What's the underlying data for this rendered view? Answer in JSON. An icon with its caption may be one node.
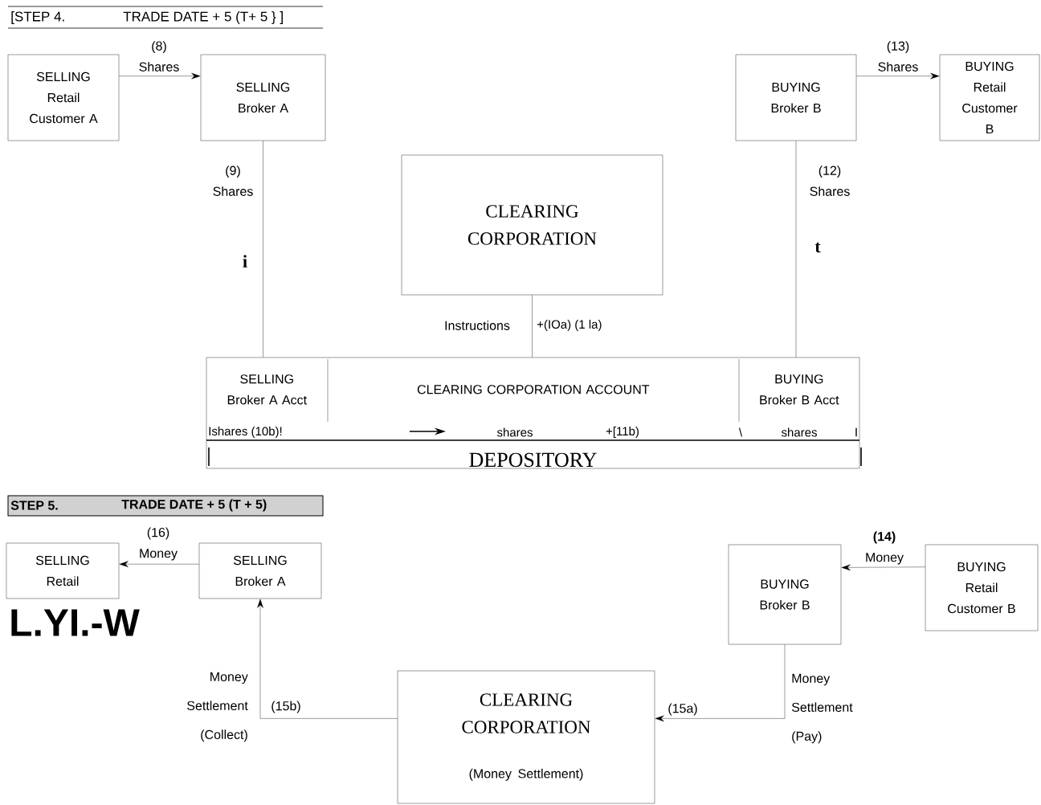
{
  "diagram": {
    "nodes": [
      {
        "text": [
          "SELLING Retail Customer A"
        ]
      },
      {
        "text": [
          "SELLING Broker A"
        ]
      },
      {
        "text": [
          "BUYING Broker B"
        ]
      },
      {
        "text": [
          "BUYING Retail Customer B"
        ]
      },
      {
        "text": [
          "CLEARING CORPORATION"
        ]
      },
      {
        "text": [
          "DEPOSITORY"
        ]
      },
      {
        "text": [
          "SELLING Broker A Acct"
        ],
        "in": 5
      },
      {
        "text": [
          "CLEARING CORPORATION ACCOUNT"
        ],
        "in": 5
      },
      {
        "text": [
          "BUYING Broker B Acct"
        ],
        "in": 5
      },
      {
        "text": [
          "SELLING Retail"
        ]
      },
      {
        "text": [
          "SELLING Broker A"
        ]
      },
      {
        "text": [
          "BUYING Broker B"
        ]
      },
      {
        "text": [
          "BUYING Retail Customer B"
        ]
      },
      {
        "text": [
          "CLEARING CORPORATION",
          "(Money Settlement)"
        ]
      }
    ],
    "edges": [
      {
        "from": 0,
        "to": 1,
        "arrow": "to",
        "label": "(8) Shares"
      },
      {
        "from": 1,
        "to": 6,
        "arrow": "none",
        "label": "(9) Shares"
      },
      {
        "from": 8,
        "to": 2,
        "arrow": "none",
        "label": "(12) Shares"
      },
      {
        "from": 2,
        "to": 3,
        "arrow": "to",
        "label": "(13) Shares"
      },
      {
        "from": 4,
        "to": 7,
        "arrow": "none",
        "label": "Instructions"
      },
      {
        "from": 10,
        "to": 9,
        "arrow": "to",
        "label": "(16) Money"
      },
      {
        "from": 12,
        "to": 11,
        "arrow": "to",
        "label": "**(14)** Money"
      },
      {
        "from": 11,
        "to": 13,
        "arrow": "to",
        "label": "(15a)"
      },
      {
        "from": 13,
        "to": 10,
        "arrow": "to",
        "label": "(15b)"
      }
    ],
    "labels": [
      "[STEP 4.",
      "TRADE DATE + 5 (T+ 5 } ]",
      "i",
      "t",
      "+(IOa) (1 la)",
      "Ishares (10b)!",
      "shares",
      "+[11b)",
      "\\",
      "shares",
      "I",
      "STEP 5.",
      "TRADE DATE + 5 (T + 5)",
      "L.YI.-W",
      "Money Settlement (Collect)",
      "Money Settlement (Pay)"
    ]
  }
}
